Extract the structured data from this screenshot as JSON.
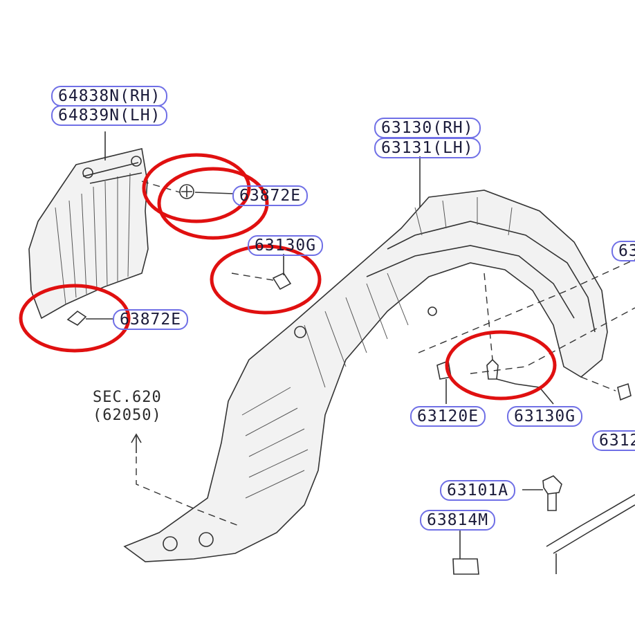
{
  "labels": {
    "a": "64838N(RH)",
    "b": "64839N(LH)",
    "c": "63872E",
    "d": "63130G",
    "e": "63872E",
    "f": "63130(RH)",
    "g": "63131(LH)",
    "h": "63120E",
    "i": "63130G",
    "j": "63101A",
    "k": "63814M",
    "l": "63",
    "m": "6312"
  },
  "sec": {
    "line1": "SEC.620",
    "line2": "(62050)"
  },
  "colors": {
    "highlight": "#e01010",
    "label_border": "#6f6fe6",
    "line": "#333333"
  }
}
